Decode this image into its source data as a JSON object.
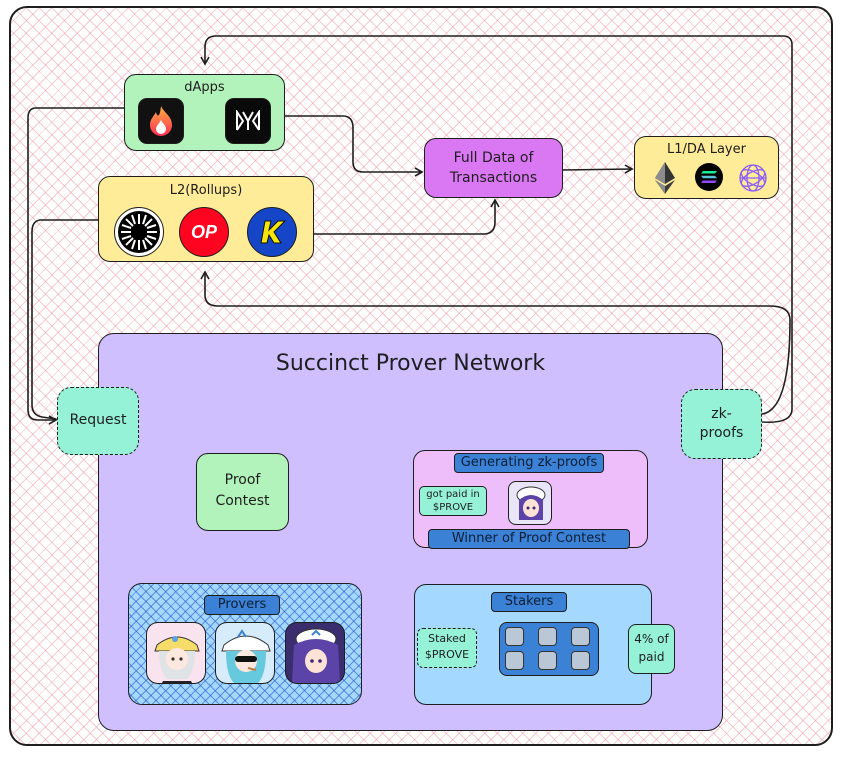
{
  "dapps": {
    "title": "dApps"
  },
  "l2": {
    "title": "L2(Rollups)",
    "op_text": "OP"
  },
  "full_data": {
    "line1": "Full Data of",
    "line2": "Transactions"
  },
  "l1": {
    "title": "L1/DA Layer"
  },
  "network": {
    "title": "Succinct Prover Network"
  },
  "request": {
    "label": "Request"
  },
  "zk": {
    "line1": "zk-",
    "line2": "proofs"
  },
  "proof_contest": {
    "line1": "Proof",
    "line2": "Contest"
  },
  "generating": {
    "title": "Generating zk-proofs",
    "paid_line1": "got paid in",
    "paid_line2": "$PROVE",
    "winner": "Winner of Proof Contest"
  },
  "stakers": {
    "title": "Stakers"
  },
  "staked": {
    "line1": "Staked",
    "line2": "$PROVE"
  },
  "fee": {
    "line1": "4% of",
    "line2": "paid"
  },
  "provers": {
    "title": "Provers"
  },
  "colors": {
    "dapps": "#b2f2bb",
    "l2": "#ffec99",
    "full_data": "#da77f2",
    "l1": "#ffec99",
    "network": "#d0bfff",
    "teal": "#96f2d7",
    "generating": "#eebefa",
    "stakers": "#a5d8ff",
    "provers": "#a5d8ff",
    "pill": "#3b82d6"
  },
  "icons": [
    "flame-icon",
    "monad-icon",
    "circle-burst-icon",
    "op-icon",
    "k-icon",
    "ethereum-icon",
    "solana-icon",
    "globe-icon"
  ]
}
